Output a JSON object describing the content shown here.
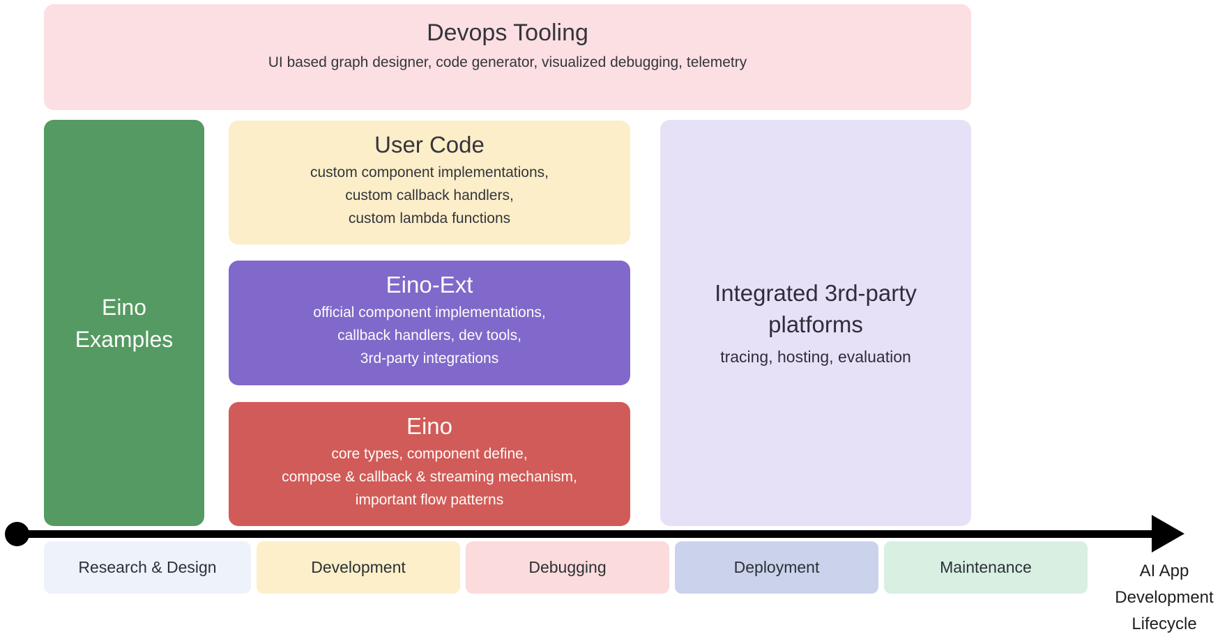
{
  "devops": {
    "title": "Devops Tooling",
    "subtitle": "UI based graph designer, code generator, visualized debugging, telemetry",
    "bg": "#fcdfe2"
  },
  "eino_examples": {
    "line1": "Eino",
    "line2": "Examples",
    "bg": "#549a62"
  },
  "stack": [
    {
      "title": "User Code",
      "lines": [
        "custom component implementations,",
        "custom callback handlers,",
        "custom lambda functions"
      ],
      "bg": "#fbeec8",
      "text_color": "#35343c"
    },
    {
      "title": "Eino-Ext",
      "lines": [
        "official component implementations,",
        "callback handlers, dev tools,",
        "3rd-party integrations"
      ],
      "bg": "#8168cb",
      "text_color": "#fdfcf9"
    },
    {
      "title": "Eino",
      "lines": [
        "core types, component define,",
        "compose & callback & streaming mechanism,",
        "important flow patterns"
      ],
      "bg": "#d15b58",
      "text_color": "#fdfcf9"
    }
  ],
  "platforms": {
    "title_line1": "Integrated 3rd-party",
    "title_line2": "platforms",
    "subtitle": "tracing, hosting, evaluation",
    "bg": "#e7e1f8"
  },
  "timeline": {
    "axis_color": "#000000",
    "stages": [
      {
        "label": "Research & Design",
        "bg": "#eef2fb"
      },
      {
        "label": "Development",
        "bg": "#fcefc9"
      },
      {
        "label": "Debugging",
        "bg": "#fbdbdb"
      },
      {
        "label": "Deployment",
        "bg": "#cad2ec"
      },
      {
        "label": "Maintenance",
        "bg": "#d8efe1"
      }
    ],
    "caption_lines": [
      "AI App",
      "Development",
      "Lifecycle"
    ]
  }
}
